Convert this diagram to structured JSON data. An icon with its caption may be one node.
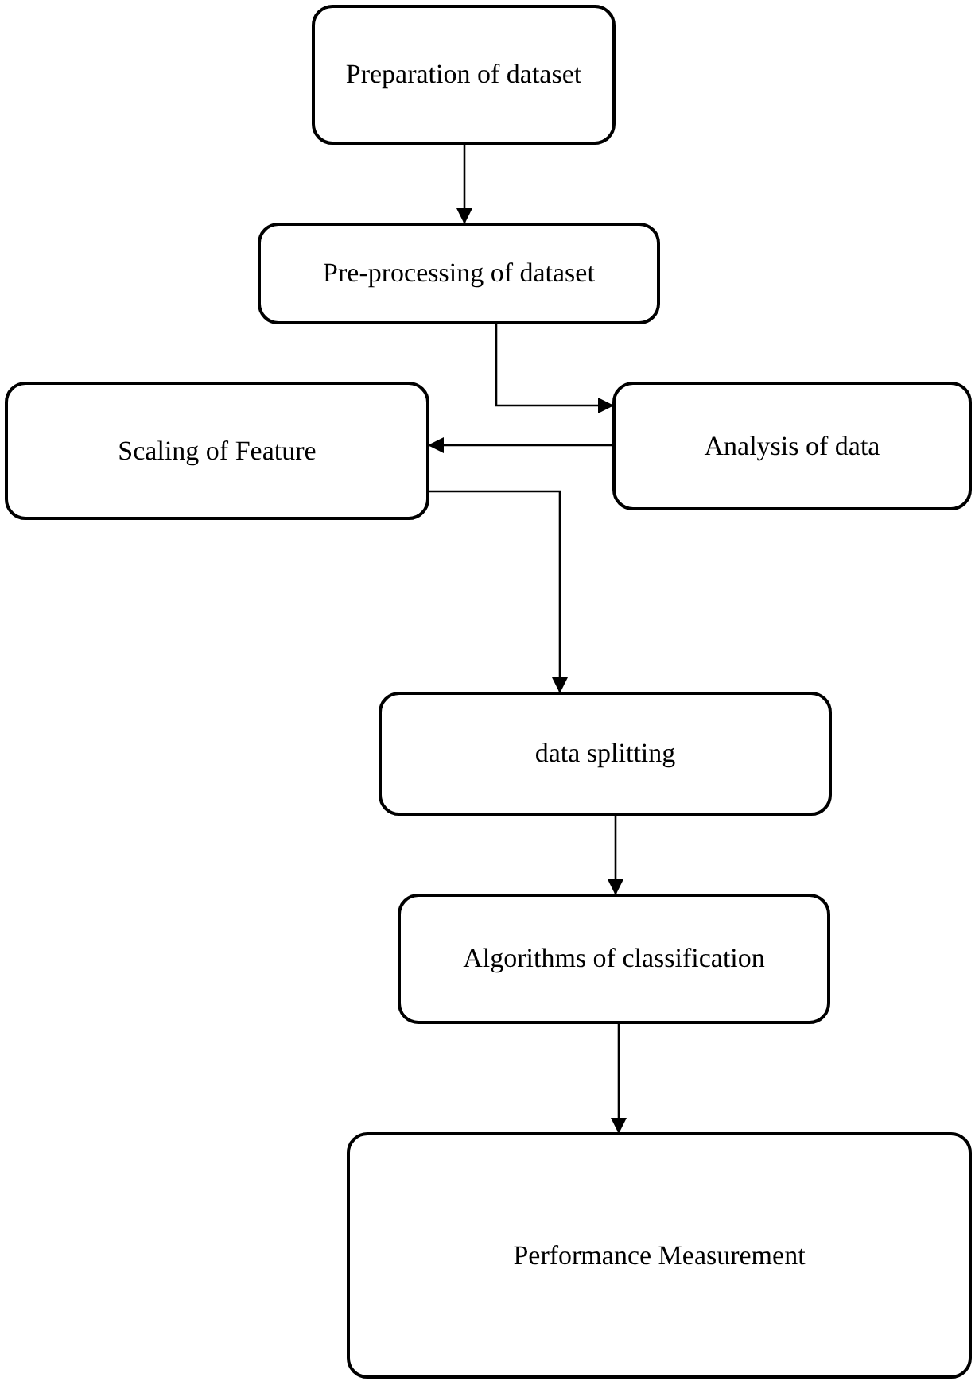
{
  "diagram": {
    "nodes": [
      {
        "text": [
          "Preparation of dataset"
        ]
      },
      {
        "text": [
          "Pre-processing of dataset"
        ]
      },
      {
        "text": [
          "Scaling of Feature"
        ]
      },
      {
        "text": [
          "Analysis of data"
        ]
      },
      {
        "text": [
          "data splitting"
        ]
      },
      {
        "text": [
          "Algorithms of classification"
        ]
      },
      {
        "text": [
          "Performance Measurement"
        ]
      }
    ],
    "edges": [
      {
        "from": 0,
        "to": 1,
        "arrow": "to"
      },
      {
        "from": 1,
        "to": 3,
        "arrow": "to"
      },
      {
        "from": 3,
        "to": 2,
        "arrow": "to"
      },
      {
        "from": 2,
        "to": 4,
        "arrow": "to"
      },
      {
        "from": 4,
        "to": 5,
        "arrow": "to"
      },
      {
        "from": 5,
        "to": 6,
        "arrow": "to"
      }
    ]
  }
}
